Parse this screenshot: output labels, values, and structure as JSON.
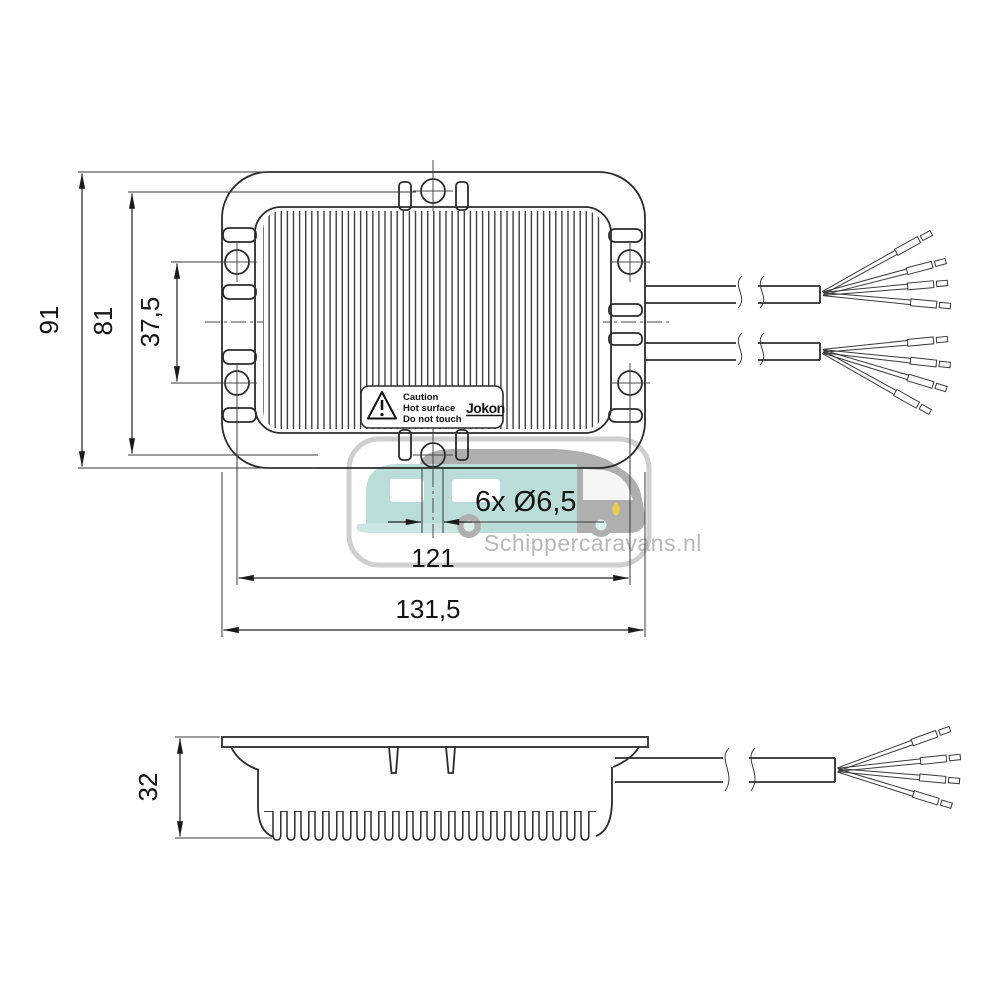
{
  "drawing": {
    "type": "technical-dimension-drawing",
    "views": [
      "top-view",
      "side-profile-view"
    ]
  },
  "dimensions": {
    "overall_height": "91",
    "hole_span_height": "81",
    "side_hole_spacing": "37,5",
    "hole_span_width": "121",
    "overall_width": "131,5",
    "holes_note": "6x Ø6,5",
    "depth": "32"
  },
  "caution_label": {
    "line1": "Caution",
    "line2": "Hot surface",
    "line3": "Do not touch",
    "brand": "Jokon"
  },
  "watermark": {
    "brand": "Schippercaravans.nl",
    "teal": "#b5dbd7",
    "gray": "#a9a9a9",
    "yellow": "#e8c93e",
    "border": "#cccccc"
  }
}
